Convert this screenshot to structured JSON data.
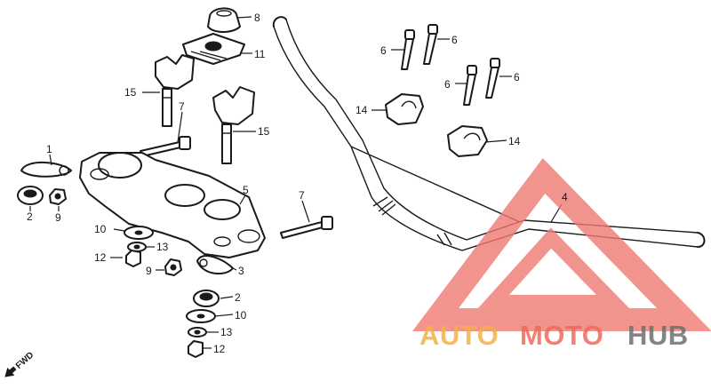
{
  "diagram": {
    "callouts": {
      "c1": "1",
      "c2a": "2",
      "c2b": "2",
      "c3": "3",
      "c4": "4",
      "c5": "5",
      "c6a": "6",
      "c6b": "6",
      "c6c": "6",
      "c6d": "6",
      "c7a": "7",
      "c7b": "7",
      "c8": "8",
      "c9a": "9",
      "c9b": "9",
      "c10a": "10",
      "c10b": "10",
      "c11": "11",
      "c12a": "12",
      "c12b": "12",
      "c13a": "13",
      "c13b": "13",
      "c14a": "14",
      "c14b": "14",
      "c15a": "15",
      "c15b": "15"
    },
    "direction_label": "FWD"
  },
  "watermark": {
    "word_auto": "AUTO",
    "word_moto": "MOTO",
    "word_hub": "HUB",
    "colors": {
      "triangle": "#f07a72",
      "auto": "#f3b24a",
      "moto": "#ef6a5c",
      "hub": "#6f6f6f"
    }
  }
}
